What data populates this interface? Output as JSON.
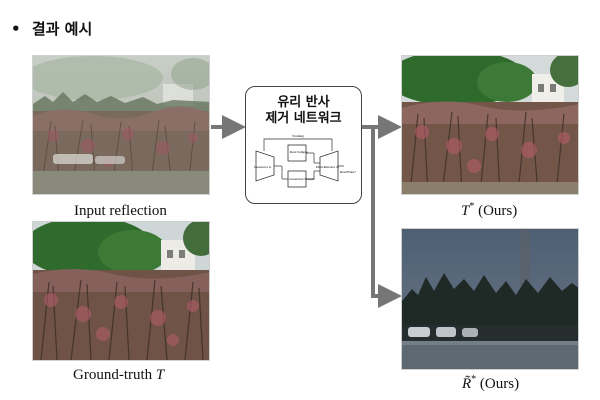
{
  "header": {
    "bullet": "•",
    "title": "결과 예시"
  },
  "images": {
    "input": {
      "caption": "Input reflection"
    },
    "ground_truth": {
      "caption_prefix": "Ground-truth",
      "caption_var": "T"
    },
    "transmission": {
      "caption_var": "T",
      "caption_sup": "*",
      "caption_suffix": "(Ours)"
    },
    "reflection": {
      "caption_var": "R̃",
      "caption_sup": "*",
      "caption_suffix": "(Ours)"
    }
  },
  "network": {
    "title_line1": "유리 반사",
    "title_line2": "제거 네트워크",
    "diagram": {
      "training_label": "Training",
      "generator_label": "Generator G",
      "real_sample_label": "Real Sample",
      "generated_sample_label": "Generated Sample",
      "discriminator_label": "Discriminator D",
      "output_label": "Real/Fake?"
    }
  },
  "colors": {
    "arrow": "#767676",
    "box_border": "#444444"
  }
}
